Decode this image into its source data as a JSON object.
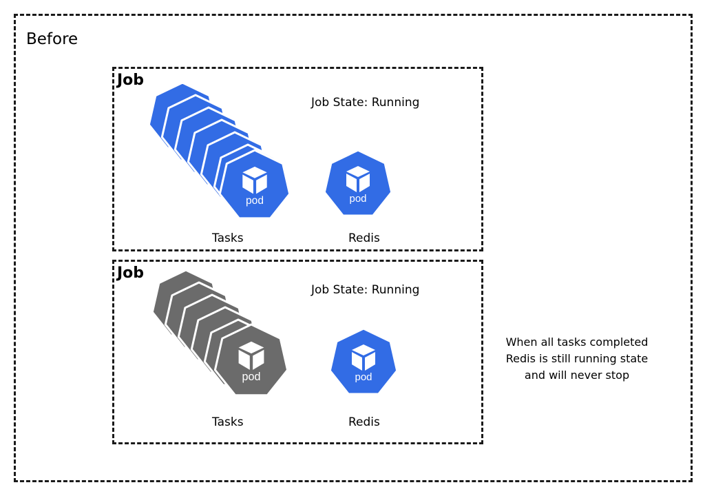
{
  "outer": {
    "title": "Before"
  },
  "jobs": [
    {
      "title": "Job",
      "state": "Job State: Running",
      "tasks_label": "Tasks",
      "redis_label": "Redis",
      "tasks_color": "#326ce5",
      "redis_color": "#326ce5"
    },
    {
      "title": "Job",
      "state": "Job State: Running",
      "tasks_label": "Tasks",
      "redis_label": "Redis",
      "tasks_color": "#6b6b6b",
      "redis_color": "#326ce5"
    }
  ],
  "pod_text": "pod",
  "note": {
    "line1": "When all tasks completed",
    "line2": "Redis is still running state",
    "line3": "and will never stop"
  }
}
